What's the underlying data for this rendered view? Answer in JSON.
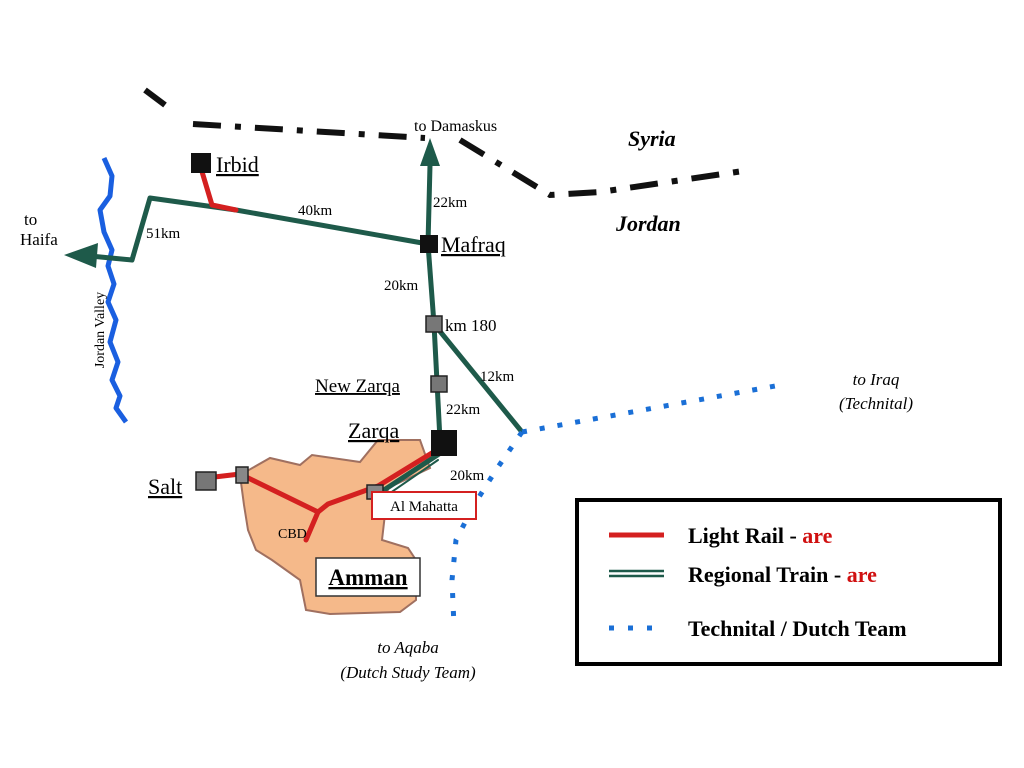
{
  "countries": {
    "syria": "Syria",
    "jordan": "Jordan"
  },
  "cities": {
    "irbid": "Irbid",
    "mafraq": "Mafraq",
    "new_zarqa": "New Zarqa",
    "zarqa": "Zarqa",
    "salt": "Salt",
    "amman": "Amman",
    "al_mahatta": "Al Mahatta",
    "cbd": "CBD",
    "km180": "km 180"
  },
  "destinations": {
    "damaskus": "to Damaskus",
    "haifa_to": "to",
    "haifa": "Haifa",
    "iraq": "to Iraq",
    "iraq_note": "(Technital)",
    "aqaba": "to Aqaba",
    "aqaba_note": "(Dutch Study Team)"
  },
  "distances": {
    "irbid_mafraq": "40km",
    "haifa_irbid": "51km",
    "mafraq_damaskus": "22km",
    "mafraq_km180": "20km",
    "km180_branch": "12km",
    "newzarqa_zarqa": "22km",
    "zarqa_amman": "20km"
  },
  "river": {
    "label": "Jordan Valley"
  },
  "legend": {
    "items": [
      {
        "label": "Light Rail - ",
        "highlight": "are",
        "color": "#d42020",
        "style": "solid"
      },
      {
        "label": "Regional Train - ",
        "highlight": "are",
        "color": "#1e5a4a",
        "style": "double"
      },
      {
        "label": "Technital / Dutch Team",
        "highlight": "",
        "color": "#1a6fd6",
        "style": "dotted"
      }
    ]
  },
  "colors": {
    "light_rail": "#d42020",
    "regional_train": "#1e5a4a",
    "technital": "#1a6fd6",
    "river": "#1a5fe0",
    "amman_area": "#f5b98a",
    "border": "#111111"
  }
}
